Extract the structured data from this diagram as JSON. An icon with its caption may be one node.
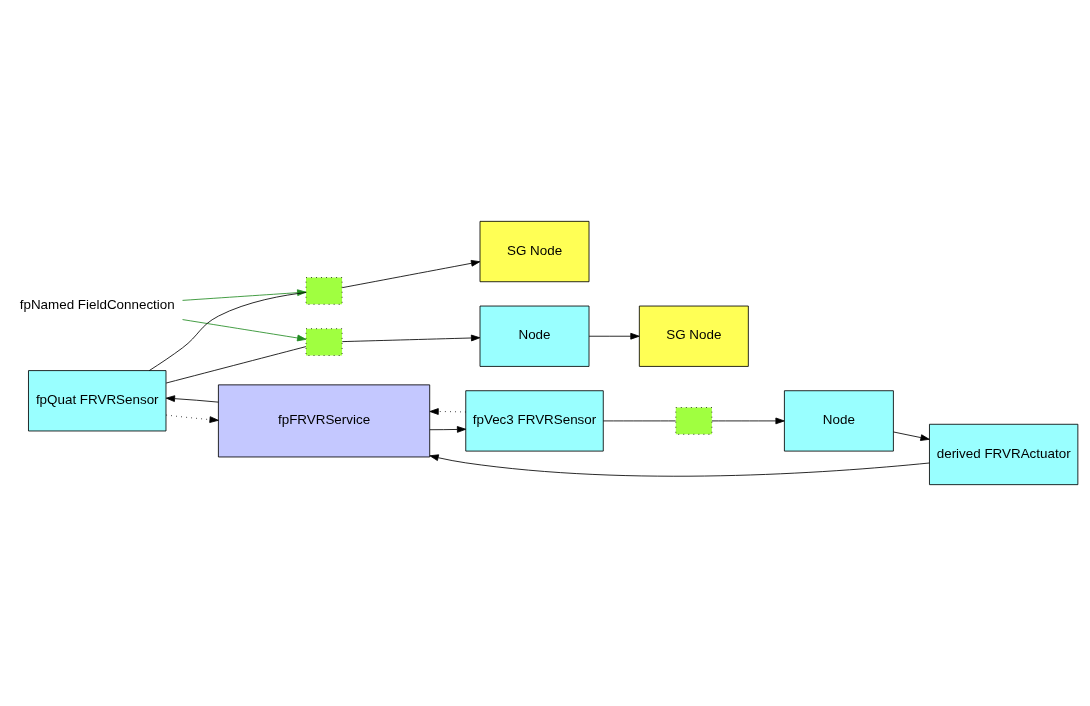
{
  "diagram": {
    "nodes": [
      {
        "text": [
          "fpNamed FieldConnection"
        ]
      },
      {
        "text": [
          "Node"
        ]
      },
      {
        "text": [
          "SG Node"
        ]
      },
      {
        "text": [
          "fpQuat FRVRSensor"
        ]
      },
      {
        "text": [],
        "shape": "box"
      },
      {
        "text": [],
        "shape": "box"
      },
      {
        "text": [
          "SG Node"
        ]
      },
      {
        "text": [
          "fpVec3 FRVRSensor"
        ]
      },
      {
        "text": [],
        "shape": "box"
      },
      {
        "text": [
          "Node"
        ]
      },
      {
        "text": [
          "fpFRVRService"
        ]
      },
      {
        "text": [
          "derived FRVRActuator"
        ]
      }
    ],
    "edges": [
      {
        "from": 1,
        "to": 2,
        "arrow": "to"
      },
      {
        "from": 3,
        "to": 4,
        "arrow": "none"
      },
      {
        "from": 4,
        "to": 1,
        "arrow": "to"
      },
      {
        "from": 3,
        "to": 5,
        "arrow": "none"
      },
      {
        "from": 5,
        "to": 6,
        "arrow": "to"
      },
      {
        "from": 0,
        "to": 4,
        "arrow": "to",
        "color": "#228b22"
      },
      {
        "from": 0,
        "to": 5,
        "arrow": "to",
        "color": "#228b22"
      },
      {
        "from": 7,
        "to": 8,
        "arrow": "none"
      },
      {
        "from": 8,
        "to": 9,
        "arrow": "to"
      },
      {
        "from": 9,
        "to": 11,
        "arrow": "to"
      },
      {
        "from": 11,
        "to": 10,
        "arrow": "to"
      },
      {
        "from": 10,
        "to": 3,
        "arrow": "to"
      },
      {
        "from": 3,
        "to": 10,
        "arrow": "to",
        "style": "dashed"
      },
      {
        "from": 7,
        "to": 10,
        "arrow": "to",
        "style": "dashed"
      },
      {
        "from": 10,
        "to": 7,
        "arrow": "to"
      }
    ]
  }
}
